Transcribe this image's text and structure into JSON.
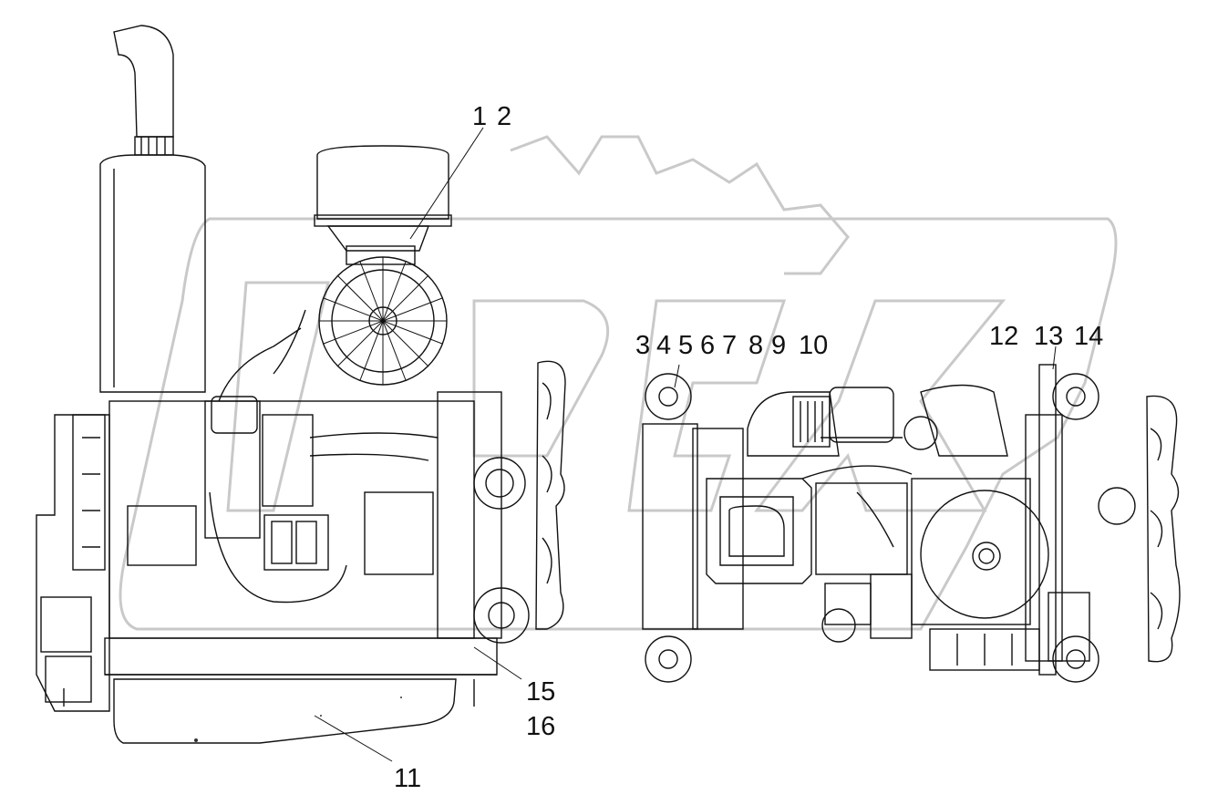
{
  "watermark": {
    "text": "REX",
    "color": "#c8c8c8"
  },
  "corner_mark": "",
  "callouts": {
    "c1": "1",
    "c2": "2",
    "c3": "3",
    "c4": "4",
    "c5": "5",
    "c6": "6",
    "c7": "7",
    "c8": "8",
    "c9": "9",
    "c10": "10",
    "c11": "11",
    "c12": "12",
    "c13": "13",
    "c14": "14",
    "c15": "15",
    "c16": "16"
  },
  "colors": {
    "line": "#111111",
    "background": "#ffffff"
  }
}
